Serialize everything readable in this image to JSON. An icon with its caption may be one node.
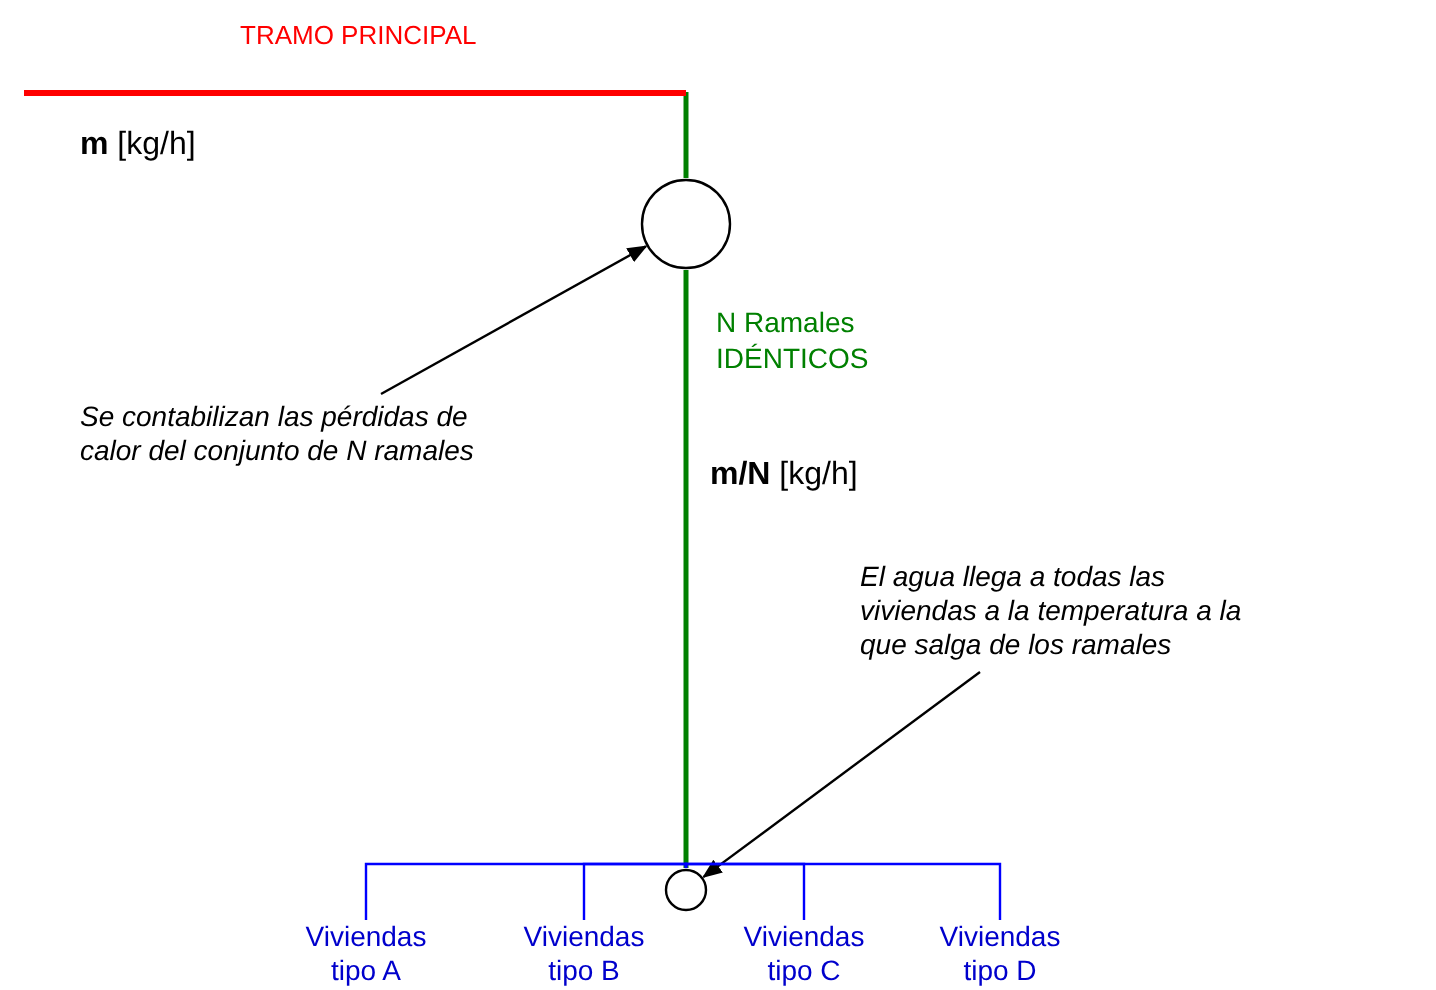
{
  "diagram": {
    "nodes": [
      {
        "text": [
          "TRAMO PRINCIPAL"
        ]
      },
      {
        "text": [],
        "shape": "circle"
      },
      {
        "text": [
          "Se contabilizan las pérdidas de calor del conjunto de N ramales"
        ]
      },
      {
        "text": [],
        "shape": "circle"
      },
      {
        "text": [
          "El agua llega a todas las viviendas a la temperatura a la que salga de los ramales"
        ]
      },
      {
        "text": [
          "Viviendas tipo A"
        ]
      },
      {
        "text": [
          "Viviendas tipo B"
        ]
      },
      {
        "text": [
          "Viviendas tipo C"
        ]
      },
      {
        "text": [
          "Viviendas tipo D"
        ]
      }
    ],
    "edges": [
      {
        "from": 0,
        "to": 1,
        "arrow": "none",
        "color": "#008000"
      },
      {
        "from": 2,
        "to": 1,
        "arrow": "to",
        "color": "#000000"
      },
      {
        "from": 1,
        "to": 3,
        "arrow": "none",
        "color": "#008000"
      },
      {
        "from": 4,
        "to": 3,
        "arrow": "to",
        "color": "#000000"
      },
      {
        "from": 3,
        "to": 5,
        "arrow": "none",
        "color": "#0000ff"
      },
      {
        "from": 3,
        "to": 6,
        "arrow": "none",
        "color": "#0000ff"
      },
      {
        "from": 3,
        "to": 7,
        "arrow": "none",
        "color": "#0000ff"
      },
      {
        "from": 3,
        "to": 8,
        "arrow": "none",
        "color": "#0000ff"
      }
    ],
    "labels": [
      "**m** [kg/h]",
      "N Ramales IDÉNTICOS",
      "**m/N** [kg/h]"
    ]
  }
}
